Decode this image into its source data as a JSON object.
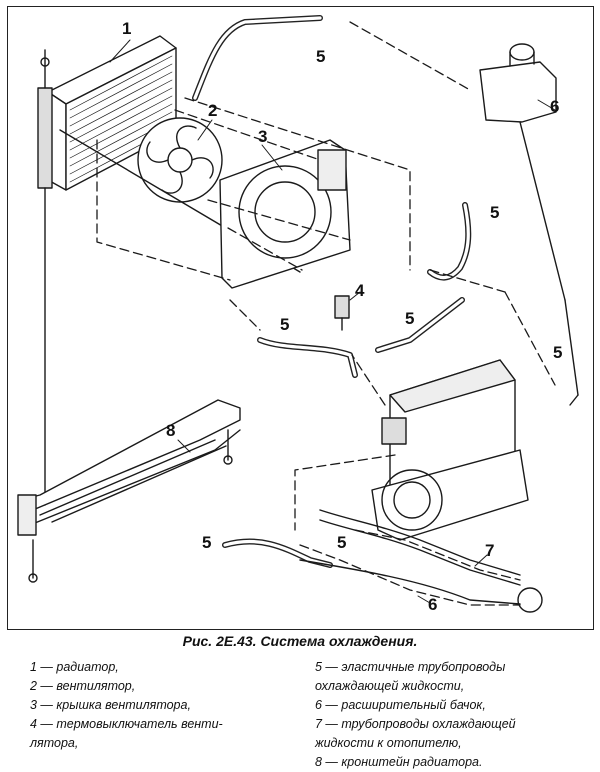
{
  "figure": {
    "callouts": {
      "radiator": "1",
      "fan": "2",
      "fan_cover": "3",
      "thermo_switch": "4",
      "hose": "5",
      "expansion_tank": "6",
      "heater_pipes": "7",
      "radiator_bracket": "8"
    }
  },
  "caption": "Рис. 2Е.43. Система охлаждения.",
  "legend": {
    "left": [
      "1 — радиатор,",
      "2 — вентилятор,",
      "3 — крышка вентилятора,",
      "4 — термовыключатель венти-",
      "лятора,"
    ],
    "right": [
      "5 — эластичные трубопроводы",
      "охлаждающей жидкости,",
      "6 — расширительный бачок,",
      "7 — трубопроводы охлаждающей",
      "жидкости к отопителю,",
      "8 — кронштейн радиатора."
    ]
  }
}
